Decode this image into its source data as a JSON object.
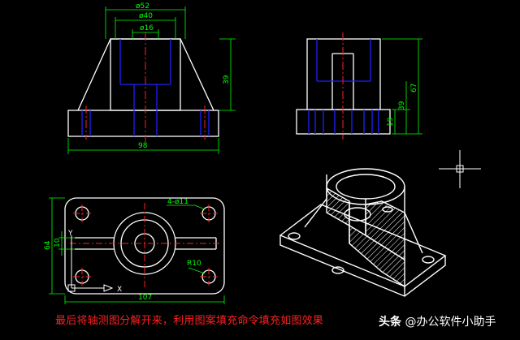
{
  "drawing": {
    "front_view": {
      "dim_top_outer": "ø52",
      "dim_top_inner": "ø40",
      "dim_top_bore": "ø16",
      "dim_height": "39",
      "dim_width": "98"
    },
    "side_view": {
      "dim_total_height": "67",
      "dim_upper_height": "39",
      "dim_base_height": "19"
    },
    "top_view": {
      "dim_holes": "4-ø11",
      "dim_radius": "R10",
      "dim_height": "64",
      "dim_slot": "10",
      "dim_width": "107",
      "ucs_y_label": "Y",
      "ucs_x_label": "X"
    }
  },
  "caption": "最后将轴测图分解开来，利用图案填充命令填充如图效果",
  "watermark": {
    "logo": "头条",
    "account": "@办公软件小助手"
  },
  "colors": {
    "background": "#000000",
    "object_line": "#ffffff",
    "hidden_line": "#2020ff",
    "center_line": "#ff2020",
    "dimension": "#00ff00",
    "caption": "#ff2020"
  }
}
